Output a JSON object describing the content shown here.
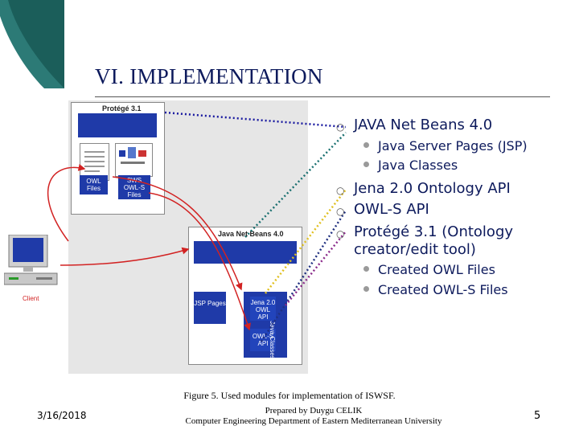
{
  "slide": {
    "title": "VI. IMPLEMENTATION",
    "bullets": [
      {
        "text": "JAVA Net Beans 4.0",
        "sub": [
          "Java Server Pages (JSP)",
          "Java Classes"
        ]
      },
      {
        "text": "Jena 2.0 Ontology API",
        "sub": []
      },
      {
        "text": "OWL-S API",
        "sub": []
      },
      {
        "text": "Protégé 3.1 (Ontology creator/edit tool)",
        "sub": [
          "Created OWL Files",
          "Created OWL-S Files"
        ]
      }
    ],
    "caption": "Figure 5. Used modules for implementation of ISWSF.",
    "date": "3/16/2018",
    "footer_line1": "Prepared by Duygu CELIK",
    "footer_line2": "Computer Engineering Department of Eastern Mediterranean University",
    "page_number": "5"
  },
  "diagram": {
    "protege_title": "Protégé 3.1",
    "owl_files": "OWL Files",
    "sws_files": "SWS OWL-S Files",
    "client": "Client",
    "netbeans_title": "Java Net Beans 4.0",
    "jsp_pages": "JSP Pages",
    "jena": "Jena 2.0 OWL API",
    "owls_api": "OWL-S API",
    "java_classes": "Java Classes"
  },
  "colors": {
    "accent": "#1b5e5a",
    "title": "#0d1a5c",
    "diagram_blue": "#1f3aa8",
    "arrow_red": "#d22222",
    "dot_blue": "#1a1aa0",
    "dot_teal": "#1a7070",
    "dot_yellow": "#e0c020",
    "dot_navy": "#203080",
    "dot_purple": "#8a2a8a"
  }
}
